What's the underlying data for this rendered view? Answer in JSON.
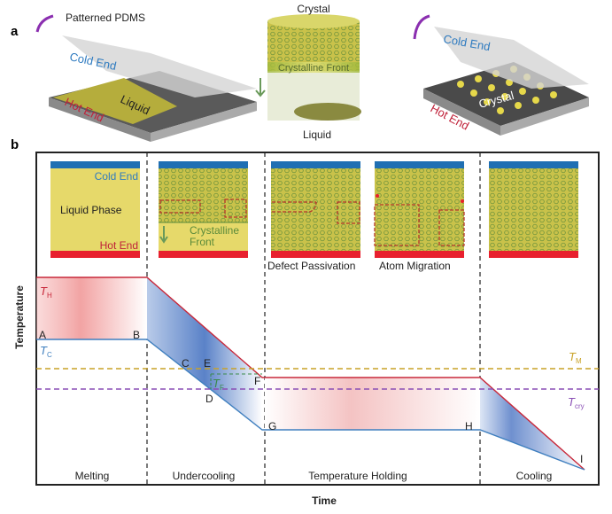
{
  "panel_a": {
    "label": "a",
    "left": {
      "pdms": "Patterned PDMS",
      "cold": "Cold End",
      "hot": "Hot End",
      "liquid": "Liquid"
    },
    "middle": {
      "crystal": "Crystal",
      "front": "Crystalline Front",
      "liquid": "Liquid"
    },
    "right": {
      "cold": "Cold End",
      "hot": "Hot End",
      "crystal": "Crystal"
    }
  },
  "panel_b": {
    "label": "b",
    "schematics": {
      "cold": "Cold End",
      "liquid_phase": "Liquid Phase",
      "hot": "Hot End",
      "front_1": "Crystalline",
      "front_2": "Front",
      "defect": "Defect Passivation",
      "migration": "Atom Migration"
    },
    "axes": {
      "y": "Temperature",
      "x": "Time"
    },
    "symbols": {
      "TH": "T",
      "TH_sub": "H",
      "TC": "T",
      "TC_sub": "C",
      "TM": "T",
      "TM_sub": "M",
      "Tcry": "T",
      "Tcry_sub": "cry",
      "TF": "T",
      "TF_sub": "F"
    },
    "points": [
      "A",
      "B",
      "C",
      "D",
      "E",
      "F",
      "G",
      "H",
      "I"
    ],
    "stages": [
      "Melting",
      "Undercooling",
      "Temperature Holding",
      "Cooling"
    ],
    "colors": {
      "hot": "#e8202e",
      "cold": "#1f6fb3",
      "tm": "#c9a227",
      "tcry": "#8a4fb5",
      "tf": "#3a8a4a",
      "yellow": "#e6d96a"
    }
  }
}
